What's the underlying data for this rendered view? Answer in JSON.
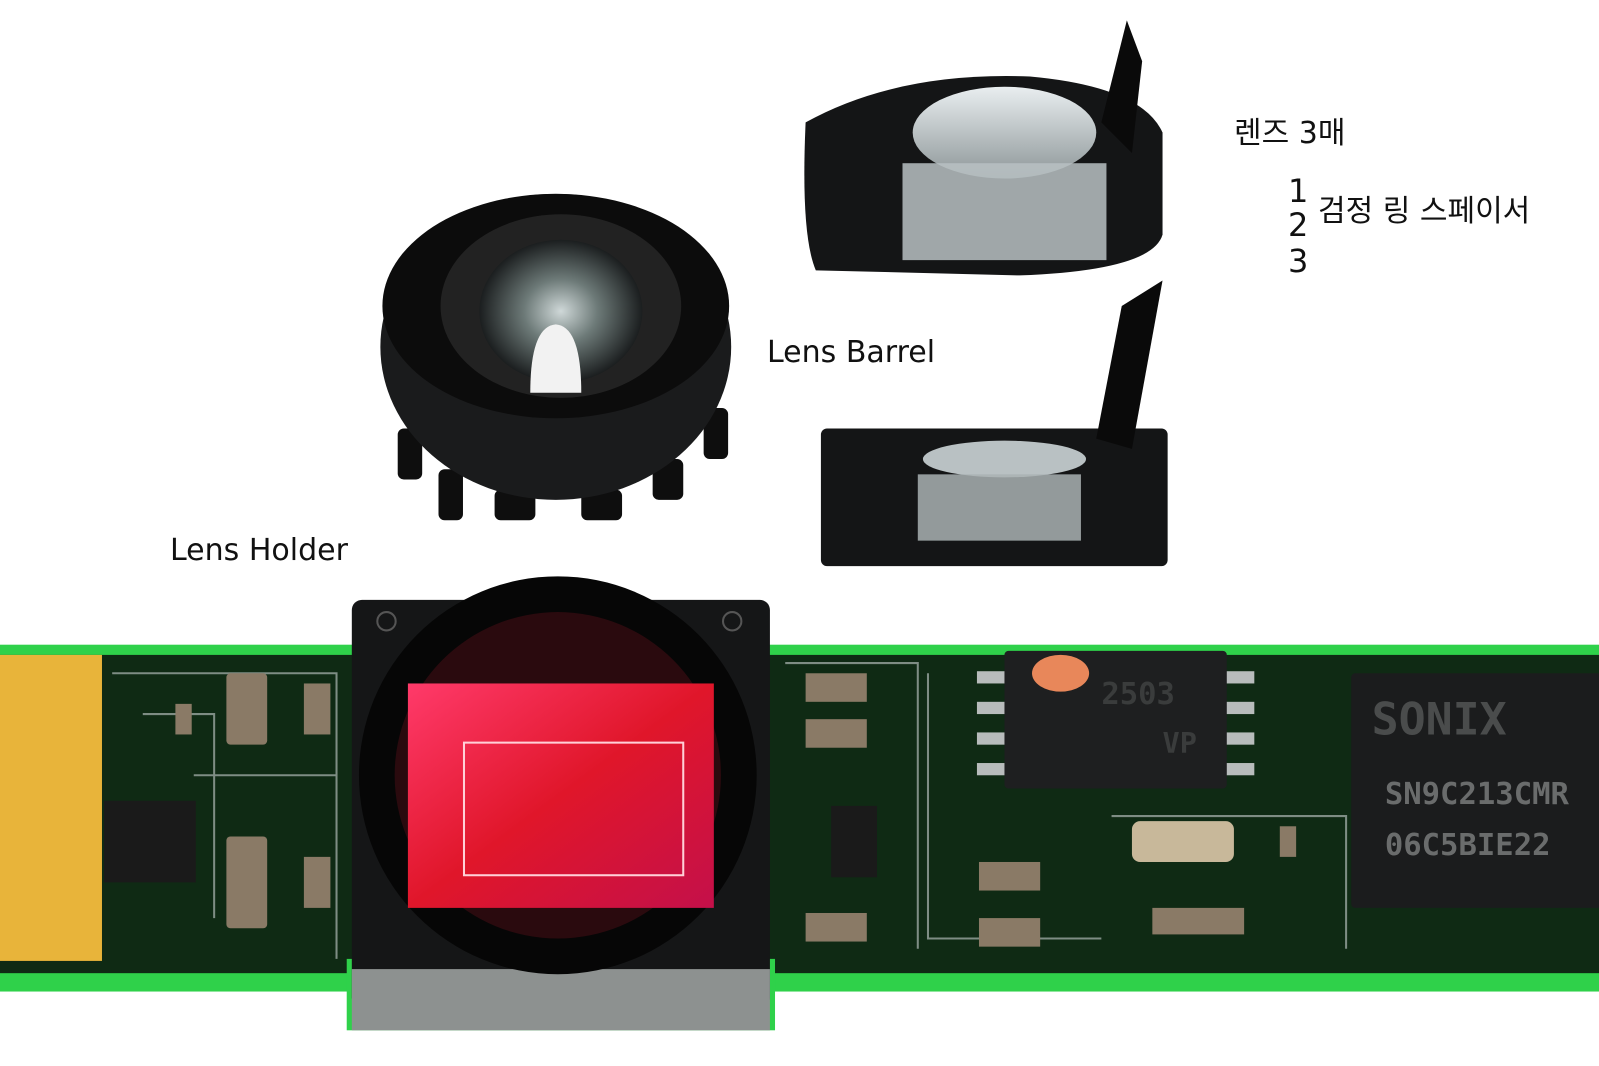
{
  "labels": {
    "lens_count": "렌즈 3매",
    "lens_numbers": [
      "1",
      "2",
      "3"
    ],
    "spacer": "검정 링 스페이서",
    "lens_barrel": "Lens Barrel",
    "lens_holder": "Lens Holder"
  },
  "chip_markings": {
    "eeprom_line1": "2503",
    "eeprom_line2": "VP",
    "controller_brand": "SONIX",
    "controller_model": "SN9C213CMR",
    "controller_lot": "06C5BIE22"
  },
  "colors": {
    "pcb": "#0f2a14",
    "pcb_edge": "#2fd14a",
    "gold": "#e8b43a",
    "sensor": "#e0162a"
  }
}
